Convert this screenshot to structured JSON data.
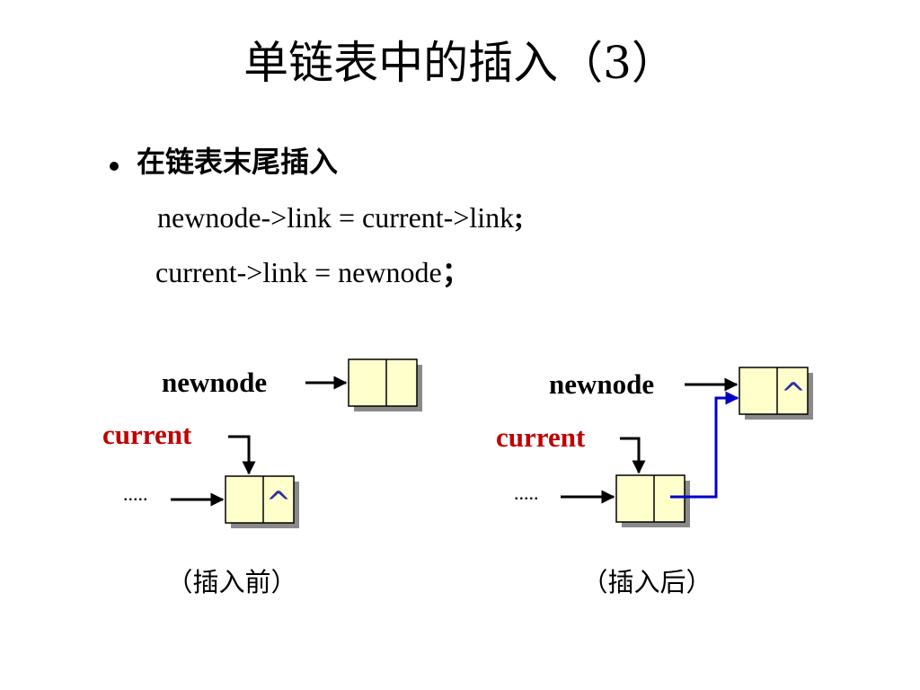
{
  "slide": {
    "title": "单链表中的插入（3）",
    "bullet": "在链表末尾插入",
    "code": [
      {
        "text": "newnode->link = current->link",
        "end": ";"
      },
      {
        "text": "current->link = newnode",
        "end": "；"
      }
    ]
  },
  "diagram": {
    "before": {
      "newnode_label": "newnode",
      "current_label": "current",
      "ellipsis": ".....",
      "null_symbol": "^",
      "caption": "（插入前）"
    },
    "after": {
      "newnode_label": "newnode",
      "current_label": "current",
      "ellipsis": ".....",
      "null_symbol": "^",
      "caption": "（插入后）"
    }
  },
  "colors": {
    "node_fill": "#ffffcc",
    "node_shadow": "#8a8a8a",
    "current_label": "#c00000",
    "new_link": "#0000cc",
    "null_symbol": "#2f2f9f"
  }
}
